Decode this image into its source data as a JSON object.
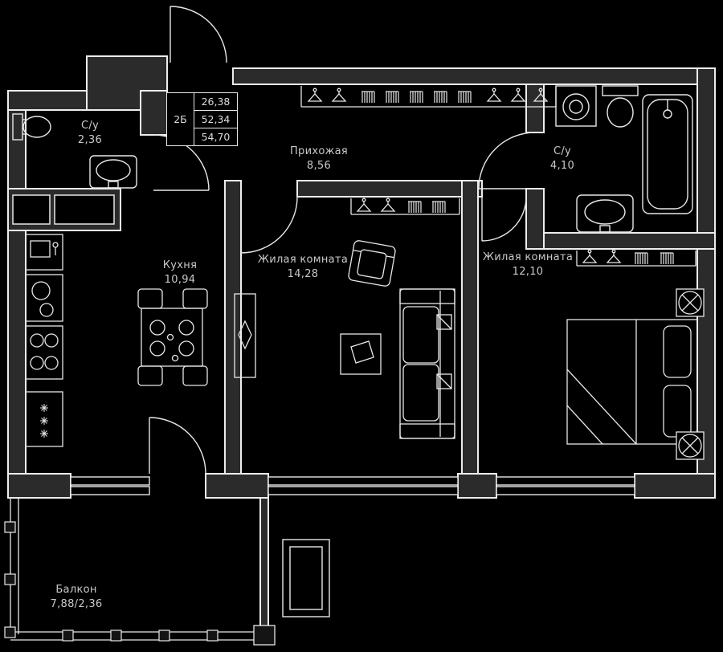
{
  "plan": {
    "unit_type": "2Б",
    "area_table": [
      "26,38",
      "52,34",
      "54,70"
    ],
    "rooms": [
      {
        "id": "bathroom-1",
        "name": "С/у",
        "area": "2,36"
      },
      {
        "id": "hallway",
        "name": "Прихожая",
        "area": "8,56"
      },
      {
        "id": "bathroom-2",
        "name": "С/у",
        "area": "4,10"
      },
      {
        "id": "kitchen",
        "name": "Кухня",
        "area": "10,94"
      },
      {
        "id": "living-room-1",
        "name": "Жилая комната",
        "area": "14,28"
      },
      {
        "id": "living-room-2",
        "name": "Жилая комната",
        "area": "12,10"
      },
      {
        "id": "balcony",
        "name": "Балкон",
        "area": "7,88/2,36"
      }
    ],
    "colors": {
      "background": "#000000",
      "wall_fill": "#2b2b2b",
      "line": "#f0f0f0",
      "text": "#c9c9c9"
    },
    "furniture_icons": [
      "toilet-icon",
      "sink-icon",
      "washing-machine-icon",
      "bathtub-icon",
      "coat-hanger-icon",
      "clothes-rail-icon",
      "kitchen-sink-icon",
      "hob-icon",
      "stove-icon",
      "fridge-icon",
      "dining-table-icon",
      "chair-icon",
      "tv-console-icon",
      "armchair-icon",
      "coffee-table-icon",
      "sofa-icon",
      "bed-icon",
      "ventilation-icon",
      "door-arc-icon",
      "window-icon",
      "balcony-railing-icon"
    ]
  }
}
